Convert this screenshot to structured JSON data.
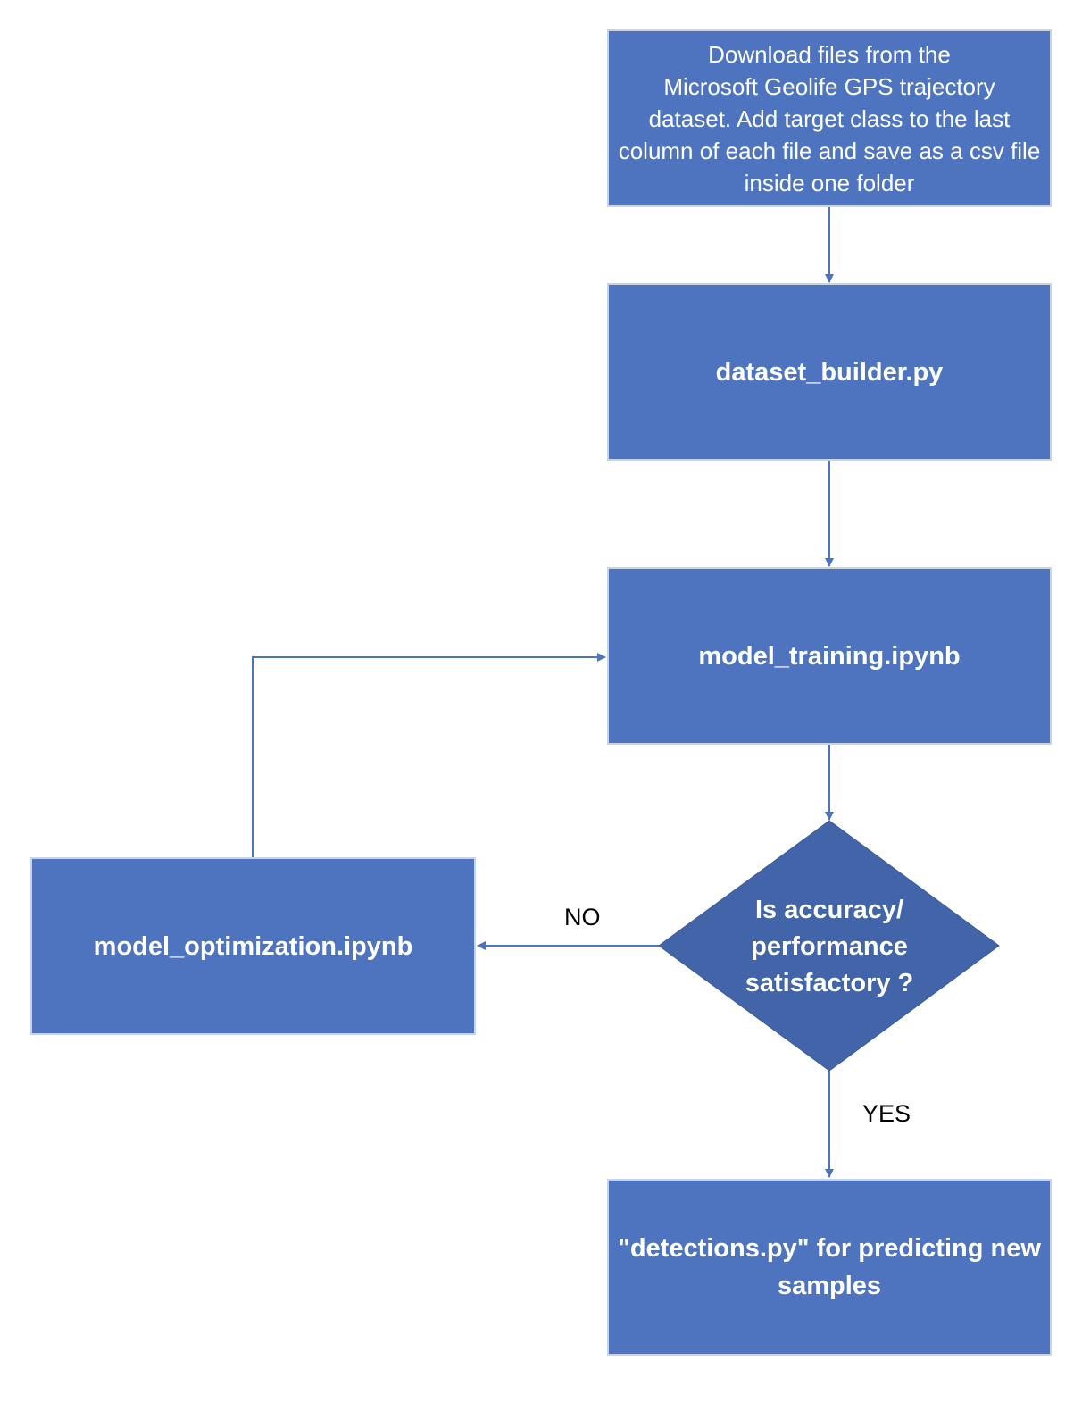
{
  "nodes": {
    "download": "Download files from the\nMicrosoft Geolife GPS trajectory\ndataset. Add target class to the last\ncolumn of each file and save as a csv file\ninside one folder",
    "dataset_builder": "dataset_builder.py",
    "model_training": "model_training.ipynb",
    "decision": "Is accuracy/\nperformance\nsatisfactory ?",
    "model_optimization": "model_optimization.ipynb",
    "detections": "\"detections.py\" for predicting new\nsamples"
  },
  "edges": {
    "no_label": "NO",
    "yes_label": "YES"
  },
  "colors": {
    "box_fill": "#4f74bf",
    "decision_fill": "#4264a9",
    "connector": "#4f74bf",
    "box_text": "#ffffff"
  }
}
